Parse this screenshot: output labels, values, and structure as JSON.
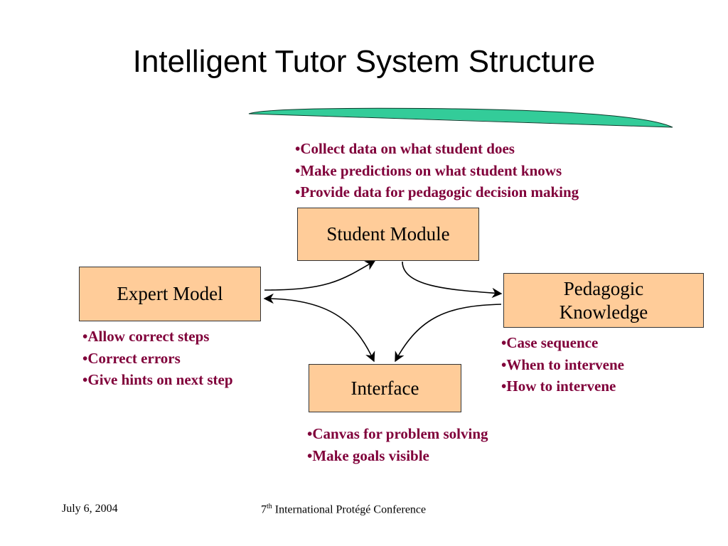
{
  "slide": {
    "title": "Intelligent Tutor System Structure",
    "colors": {
      "box_fill": "#ffcc99",
      "note_text": "#80003a",
      "swoosh_fill": "#33cc99"
    }
  },
  "modules": {
    "student": "Student Module",
    "expert": "Expert Model",
    "pedagogic_line1": "Pedagogic",
    "pedagogic_line2": "Knowledge",
    "interface": "Interface"
  },
  "notes": {
    "student": [
      "Collect data on what student does",
      "Make predictions on what student knows",
      "Provide data for pedagogic decision making"
    ],
    "expert": [
      "Allow correct steps",
      "Correct errors",
      "Give hints on next step"
    ],
    "pedagogic": [
      "Case sequence",
      "When to intervene",
      "How to intervene"
    ],
    "interface": [
      "Canvas for problem solving",
      "Make goals visible"
    ]
  },
  "footer": {
    "date": "July 6, 2004",
    "conference_ordinal": "7",
    "conference_suffix": "th",
    "conference_name": " International Protégé Conference"
  }
}
